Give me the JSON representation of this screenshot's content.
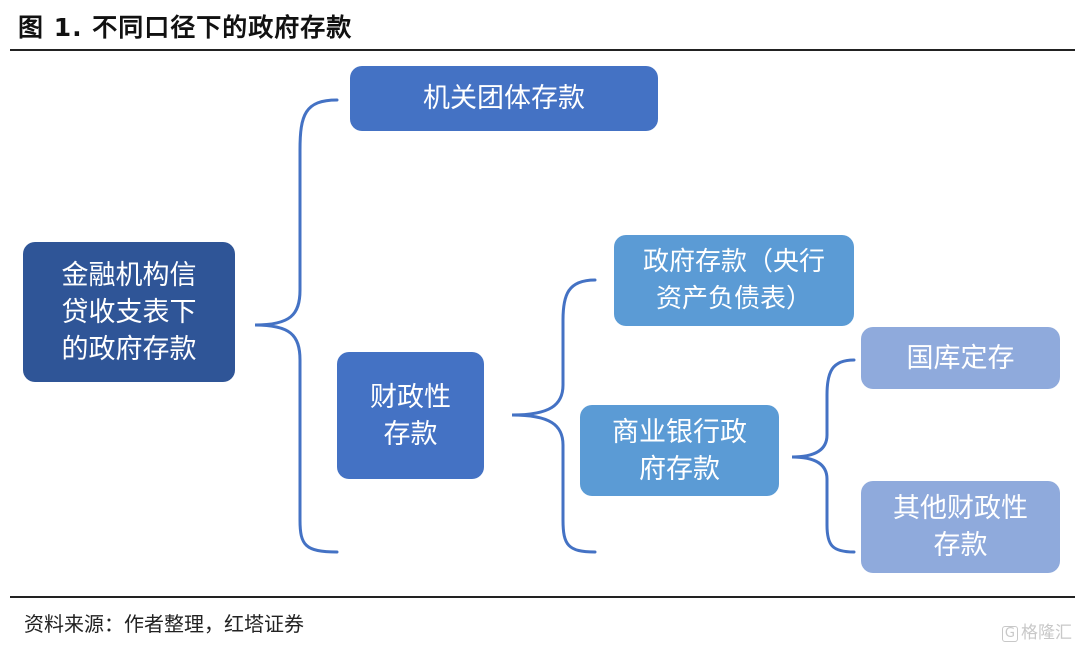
{
  "figure": {
    "title": "图 1. 不同口径下的政府存款",
    "source": "资料来源：作者整理，红塔证券"
  },
  "nodes": {
    "root": {
      "line1": "金融机构信",
      "line2": "贷收支表下",
      "line3": "的政府存款"
    },
    "jiguan": {
      "label": "机关团体存款"
    },
    "caizheng": {
      "line1": "财政性",
      "line2": "存款"
    },
    "zhengfu": {
      "line1": "政府存款（央行",
      "line2": "资产负债表）"
    },
    "shangye": {
      "line1": "商业银行政",
      "line2": "府存款"
    },
    "guoku": {
      "label": "国库定存"
    },
    "qita": {
      "line1": "其他财政性",
      "line2": "存款"
    }
  },
  "watermark": {
    "icon": "G",
    "text": "格隆汇"
  },
  "colors": {
    "level0": "#2f5597",
    "level1": "#4472c4",
    "level2": "#5b9bd5",
    "level3": "#8faadc",
    "brace": "#4472c4"
  }
}
